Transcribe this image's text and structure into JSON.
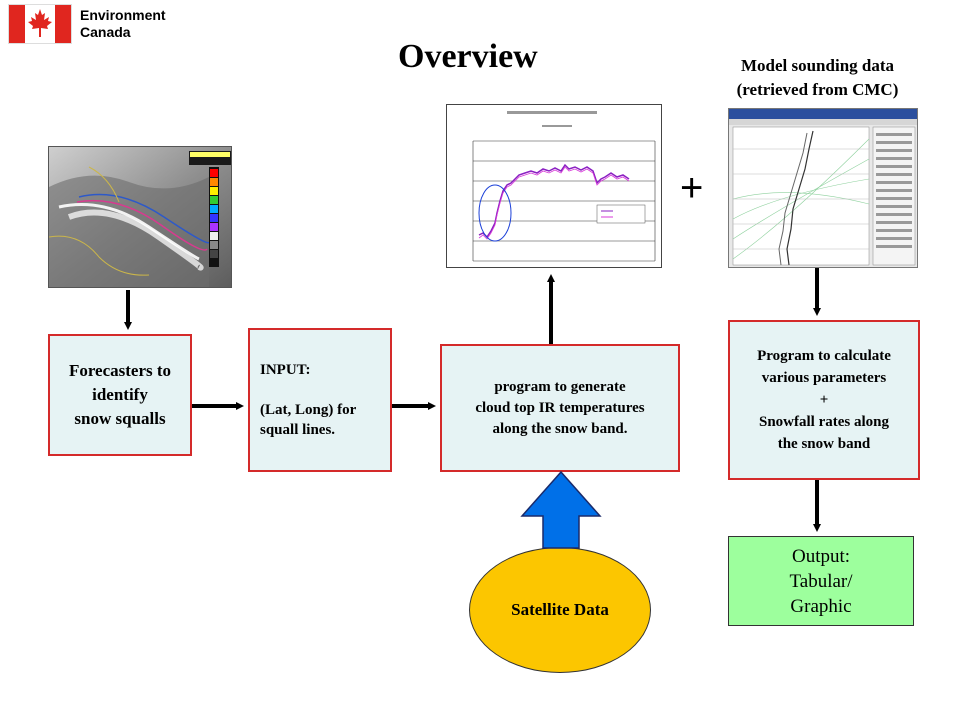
{
  "logo": {
    "line1": "Environment",
    "line2": "Canada"
  },
  "title": "Overview",
  "plus_sign": "+",
  "model_caption": {
    "line1": "Model sounding data",
    "line2": "(retrieved from CMC)"
  },
  "nodes": {
    "forecasters": "Forecasters to\nidentify\nsnow squalls",
    "input": "INPUT:\n\n(Lat, Long) for\n squall lines.",
    "program_generate": "program to generate\ncloud top IR temperatures\nalong the snow band.",
    "program_calculate": "Program to calculate\nvarious parameters\n+\nSnowfall rates along\nthe snow band",
    "output": "Output:\nTabular/\nGraphic",
    "satellite": "Satellite Data"
  },
  "colors": {
    "box_fill": "#e6f3f4",
    "box_border": "#d42a2a",
    "output_fill": "#9dff9d",
    "ellipse_fill": "#fcc600",
    "up_arrow_fill": "#0070e8",
    "flag_red": "#e0261f"
  }
}
